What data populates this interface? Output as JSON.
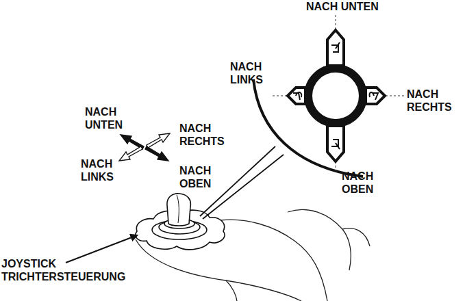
{
  "diagram": {
    "labels": [
      "NACH UNTEN",
      "NACH LINKS",
      "NACH RECHTS",
      "NACH UNTEN",
      "NACH RECHTS",
      "NACH LINKS",
      "NACH OBEN",
      "NACH OBEN",
      "JOYSTICK TRICHTERSTEUERUNG"
    ]
  }
}
